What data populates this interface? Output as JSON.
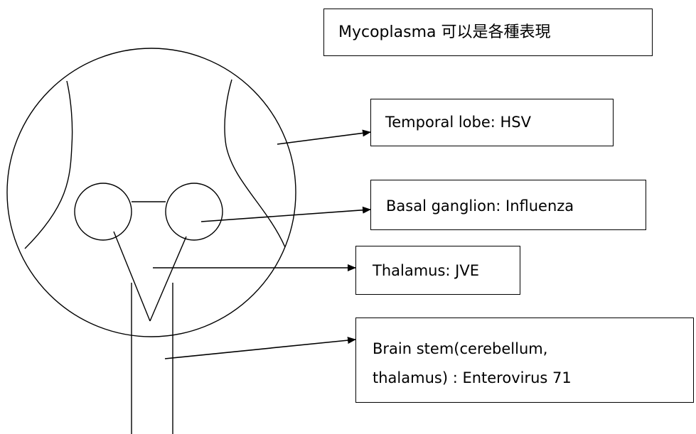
{
  "title_label": "Mycoplasma  可以是各種表現",
  "labels": {
    "temporal": "Temporal lobe: HSV",
    "basal": "Basal ganglion: Influenza",
    "thalamus": "Thalamus: JVE",
    "brainstem_line1": "Brain stem(cerebellum,",
    "brainstem_line2": "thalamus) : Enterovirus 71"
  },
  "colors": {
    "stroke": "#000000",
    "background": "#ffffff"
  }
}
